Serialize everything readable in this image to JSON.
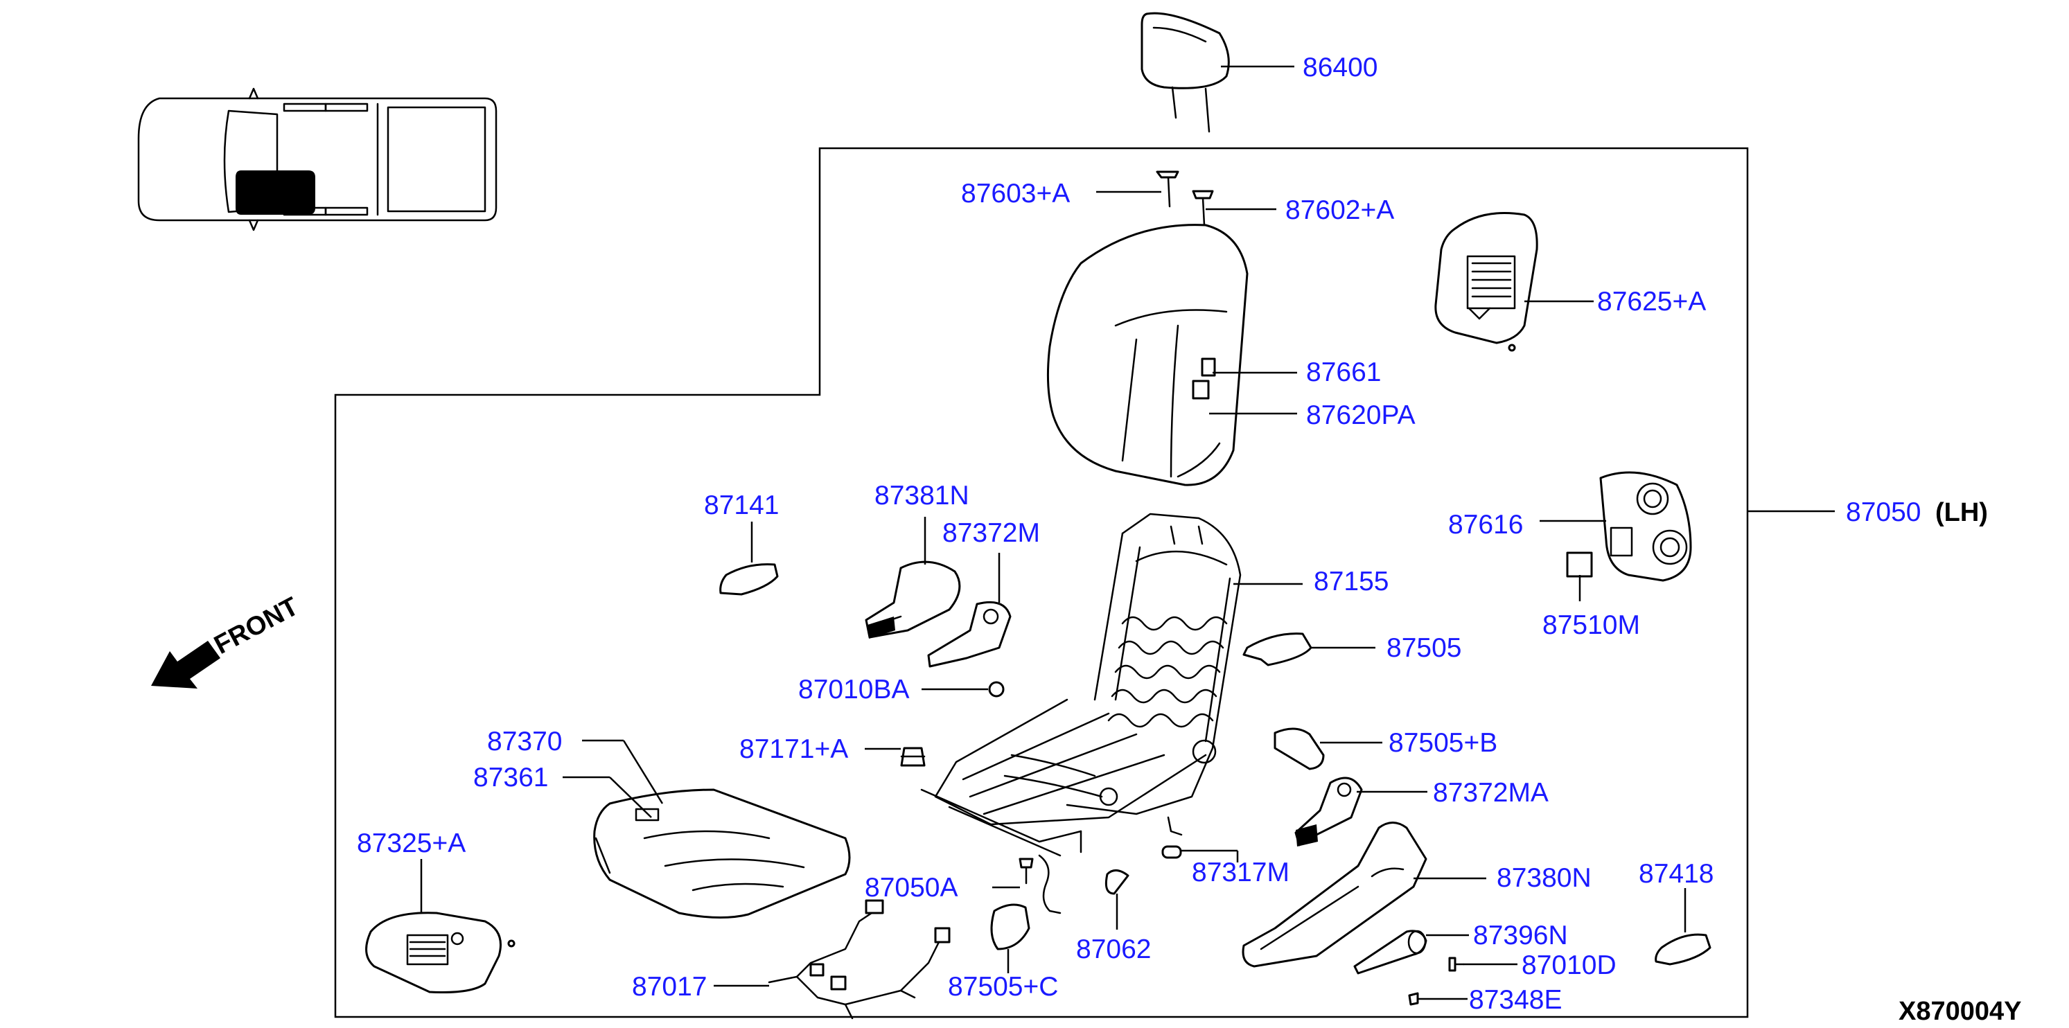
{
  "diagram_code": "X870004Y",
  "front_label": "FRONT",
  "assembly": {
    "part": "87050",
    "side": "(LH)"
  },
  "parts": {
    "p86400": "86400",
    "p87603": "87603+A",
    "p87602": "87602+A",
    "p87625": "87625+A",
    "p87661": "87661",
    "p87620": "87620PA",
    "p87616": "87616",
    "p87510": "87510M",
    "p87141": "87141",
    "p87381": "87381N",
    "p87372m": "87372M",
    "p87155": "87155",
    "p87505": "87505",
    "p87010ba": "87010BA",
    "p87171": "87171+A",
    "p87370": "87370",
    "p87361": "87361",
    "p87505b": "87505+B",
    "p87372ma": "87372MA",
    "p87325": "87325+A",
    "p87317": "87317M",
    "p87380": "87380N",
    "p87418": "87418",
    "p87050a": "87050A",
    "p87396": "87396N",
    "p87062": "87062",
    "p87010d": "87010D",
    "p87017": "87017",
    "p87505c": "87505+C",
    "p87348": "87348E"
  }
}
